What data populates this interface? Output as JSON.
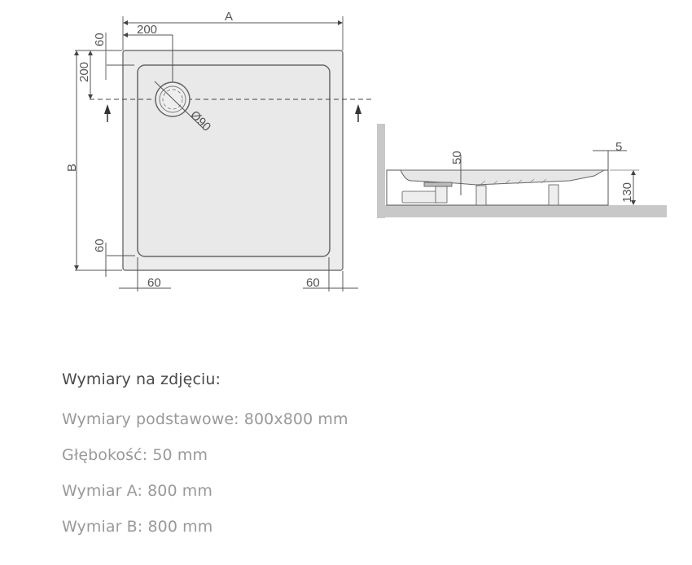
{
  "plan_view": {
    "label_a": "A",
    "label_b": "B",
    "dim_drain_x": "200",
    "dim_drain_y": "200",
    "dim_top_edge": "60",
    "dim_bottom_edge": "60",
    "dim_left_edge": "60",
    "dim_right_edge": "60",
    "drain_diameter": "Ø90"
  },
  "section_view": {
    "dim_depth": "50",
    "dim_rim": "5",
    "dim_height": "130"
  },
  "specs": {
    "title": "Wymiary na zdjęciu:",
    "lines": [
      "Wymiary podstawowe: 800x800 mm",
      "Głębokość: 50 mm",
      "Wymiar A: 800 mm",
      "Wymiar B: 800 mm"
    ]
  },
  "colors": {
    "line": "#555555",
    "tray_fill": "#ececec",
    "wall": "#c8c8c8",
    "title_text": "#4a4a4a",
    "spec_text": "#999999"
  }
}
